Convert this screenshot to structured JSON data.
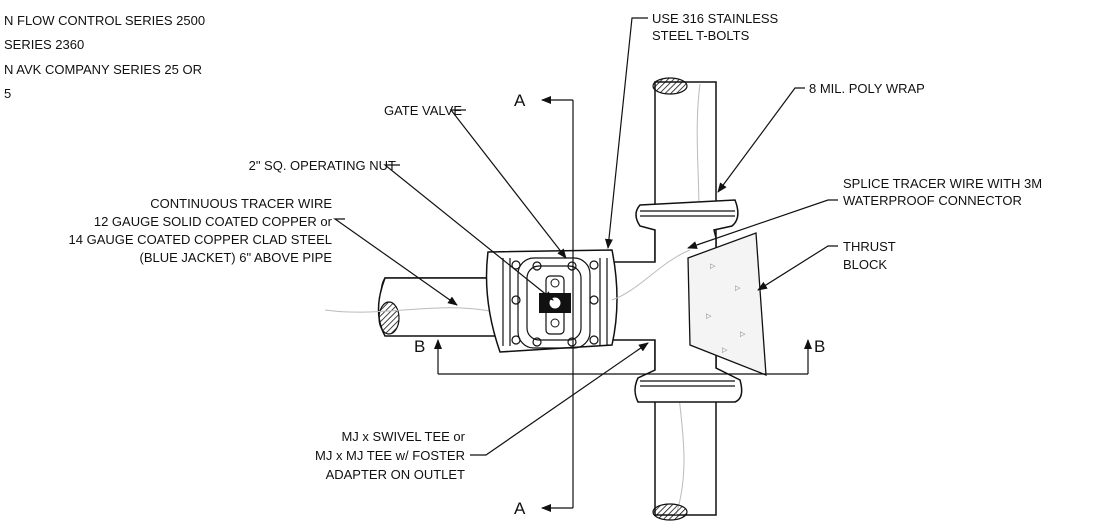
{
  "notes": [
    "N FLOW CONTROL SERIES 2500",
    " SERIES 2360",
    "N AVK COMPANY SERIES 25 OR",
    "5"
  ],
  "labels": {
    "t_bolts_1": "USE 316 STAINLESS",
    "t_bolts_2": "STEEL T-BOLTS",
    "poly_wrap": "8 MIL. POLY WRAP",
    "gate_valve": "GATE VALVE",
    "operating_nut": "2\" SQ. OPERATING NUT",
    "tracer_1": "CONTINUOUS TRACER WIRE",
    "tracer_2": "12 GAUGE SOLID COATED COPPER or",
    "tracer_3": "14 GAUGE COATED COPPER CLAD STEEL",
    "tracer_4": "(BLUE JACKET) 6\" ABOVE PIPE",
    "splice_1": "SPLICE TRACER WIRE WITH 3M",
    "splice_2": "WATERPROOF CONNECTOR",
    "thrust_1": "THRUST",
    "thrust_2": "BLOCK",
    "tee_1": "MJ x SWIVEL TEE or",
    "tee_2": "MJ x MJ TEE w/ FOSTER",
    "tee_3": "ADAPTER ON OUTLET"
  },
  "sections": {
    "a_top": "A",
    "a_bottom": "A",
    "b_left": "B",
    "b_right": "B"
  },
  "colors": {
    "line": "#111111",
    "tracer_wire": "#bbbbbb"
  }
}
